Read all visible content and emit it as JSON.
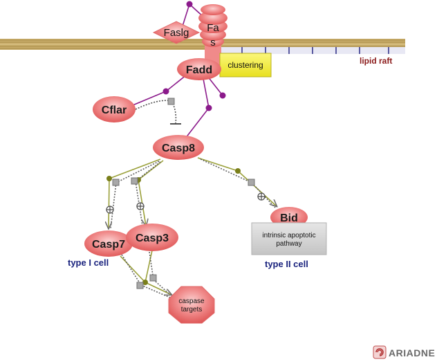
{
  "nodes": {
    "fasl": "Faslg",
    "fas_line1": "Fa",
    "fas_line2": "s",
    "fadd": "Fadd",
    "cflar": "Cflar",
    "casp8": "Casp8",
    "casp7": "Casp7",
    "casp3": "Casp3",
    "bid": "Bid",
    "caspase_targets_line1": "caspase",
    "caspase_targets_line2": "targets"
  },
  "boxes": {
    "clustering": "clustering",
    "intrinsic_line1": "intrinsic apoptotic",
    "intrinsic_line2": "pathway"
  },
  "labels": {
    "lipid_raft": "lipid raft",
    "type_i_cell": "type I cell",
    "type_ii_cell": "type II cell"
  },
  "logo": {
    "text": "ARIADNE"
  },
  "colors": {
    "node_fill": "#ef7a7a",
    "membrane": "#c9ad6a",
    "binding": "#8b1a8b",
    "expression": "#9aa03a",
    "clustering_box": "#f5f03a",
    "pathway_box": "#d3d3d3",
    "label_navy": "#1a237e",
    "label_maroon": "#8b1a1a"
  }
}
